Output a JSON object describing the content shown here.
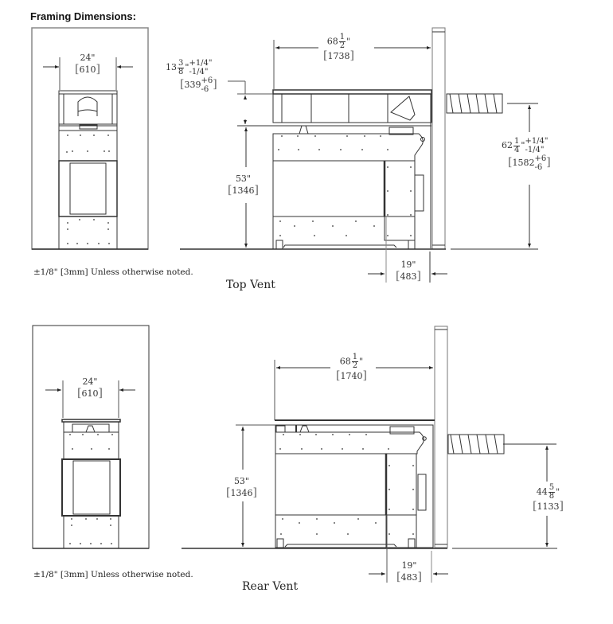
{
  "heading": "Framing Dimensions:",
  "sections": [
    {
      "id": "top-vent",
      "caption": "Top Vent",
      "tolerance_note": "±1/8\" [3mm] Unless otherwise noted.",
      "front_view": {
        "width_in": "24\"",
        "width_mm": "610"
      },
      "side_view": {
        "depth_whole": "68",
        "depth_num": "1",
        "depth_den": "2",
        "depth_unit": "\"",
        "depth_mm": "1738",
        "header_whole": "13",
        "header_num": "3",
        "header_den": "8",
        "header_unit": "\"",
        "header_tol_plus": "+1/4\"",
        "header_tol_minus": "-1/4\"",
        "header_mm": "339",
        "header_mm_plus": "+6",
        "header_mm_minus": "-6",
        "height_in": "53\"",
        "height_mm": "1346",
        "vent_whole": "62",
        "vent_num": "1",
        "vent_den": "4",
        "vent_unit": "\"",
        "vent_tol_plus": "+1/4\"",
        "vent_tol_minus": "-1/4\"",
        "vent_mm": "1582",
        "vent_mm_plus": "+6",
        "vent_mm_minus": "-6",
        "offset_in": "19\"",
        "offset_mm": "483"
      }
    },
    {
      "id": "rear-vent",
      "caption": "Rear Vent",
      "tolerance_note": "±1/8\" [3mm] Unless otherwise noted.",
      "front_view": {
        "width_in": "24\"",
        "width_mm": "610"
      },
      "side_view": {
        "depth_whole": "68",
        "depth_num": "1",
        "depth_den": "2",
        "depth_unit": "\"",
        "depth_mm": "1740",
        "height_in": "53\"",
        "height_mm": "1346",
        "vent_whole": "44",
        "vent_num": "5",
        "vent_den": "8",
        "vent_unit": "\"",
        "vent_mm": "1133",
        "offset_in": "19\"",
        "offset_mm": "483"
      }
    }
  ],
  "colors": {
    "line": "#333333",
    "frame": "#888888",
    "text": "#222222"
  }
}
